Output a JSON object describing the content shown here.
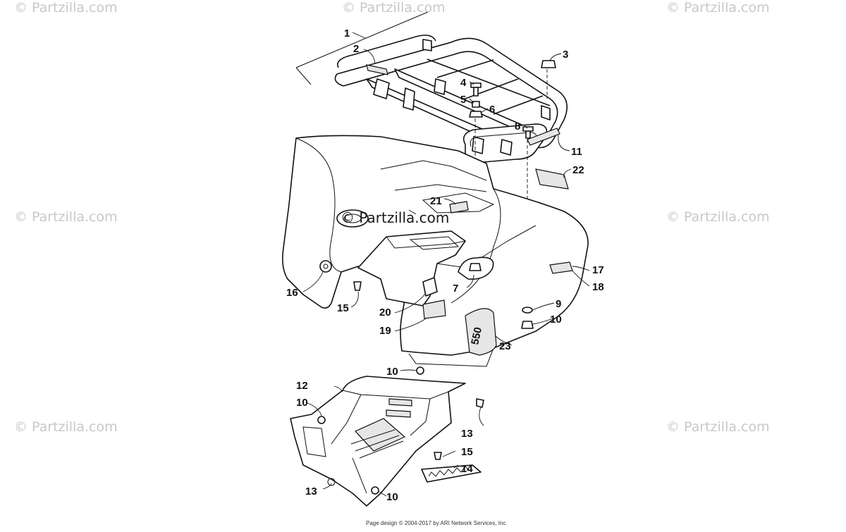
{
  "watermark": "© Partzilla.com",
  "center_watermark": "© Partzilla.com",
  "footer": "Page design © 2004-2017 by ARI Network Services, Inc.",
  "model_decal_text": "550",
  "callouts": [
    {
      "id": "c1",
      "label": "1"
    },
    {
      "id": "c2",
      "label": "2"
    },
    {
      "id": "c3",
      "label": "3"
    },
    {
      "id": "c4",
      "label": "4"
    },
    {
      "id": "c5",
      "label": "5"
    },
    {
      "id": "c6",
      "label": "6"
    },
    {
      "id": "c7",
      "label": "7"
    },
    {
      "id": "c8",
      "label": "8"
    },
    {
      "id": "c9",
      "label": "9"
    },
    {
      "id": "c10a",
      "label": "10"
    },
    {
      "id": "c10b",
      "label": "10"
    },
    {
      "id": "c10c",
      "label": "10"
    },
    {
      "id": "c10d",
      "label": "10"
    },
    {
      "id": "c11",
      "label": "11"
    },
    {
      "id": "c12",
      "label": "12"
    },
    {
      "id": "c13a",
      "label": "13"
    },
    {
      "id": "c13b",
      "label": "13"
    },
    {
      "id": "c14",
      "label": "14"
    },
    {
      "id": "c15a",
      "label": "15"
    },
    {
      "id": "c15b",
      "label": "15"
    },
    {
      "id": "c16",
      "label": "16"
    },
    {
      "id": "c17",
      "label": "17"
    },
    {
      "id": "c18",
      "label": "18"
    },
    {
      "id": "c19",
      "label": "19"
    },
    {
      "id": "c20",
      "label": "20"
    },
    {
      "id": "c21",
      "label": "21"
    },
    {
      "id": "c22",
      "label": "22"
    },
    {
      "id": "c23",
      "label": "23"
    }
  ]
}
